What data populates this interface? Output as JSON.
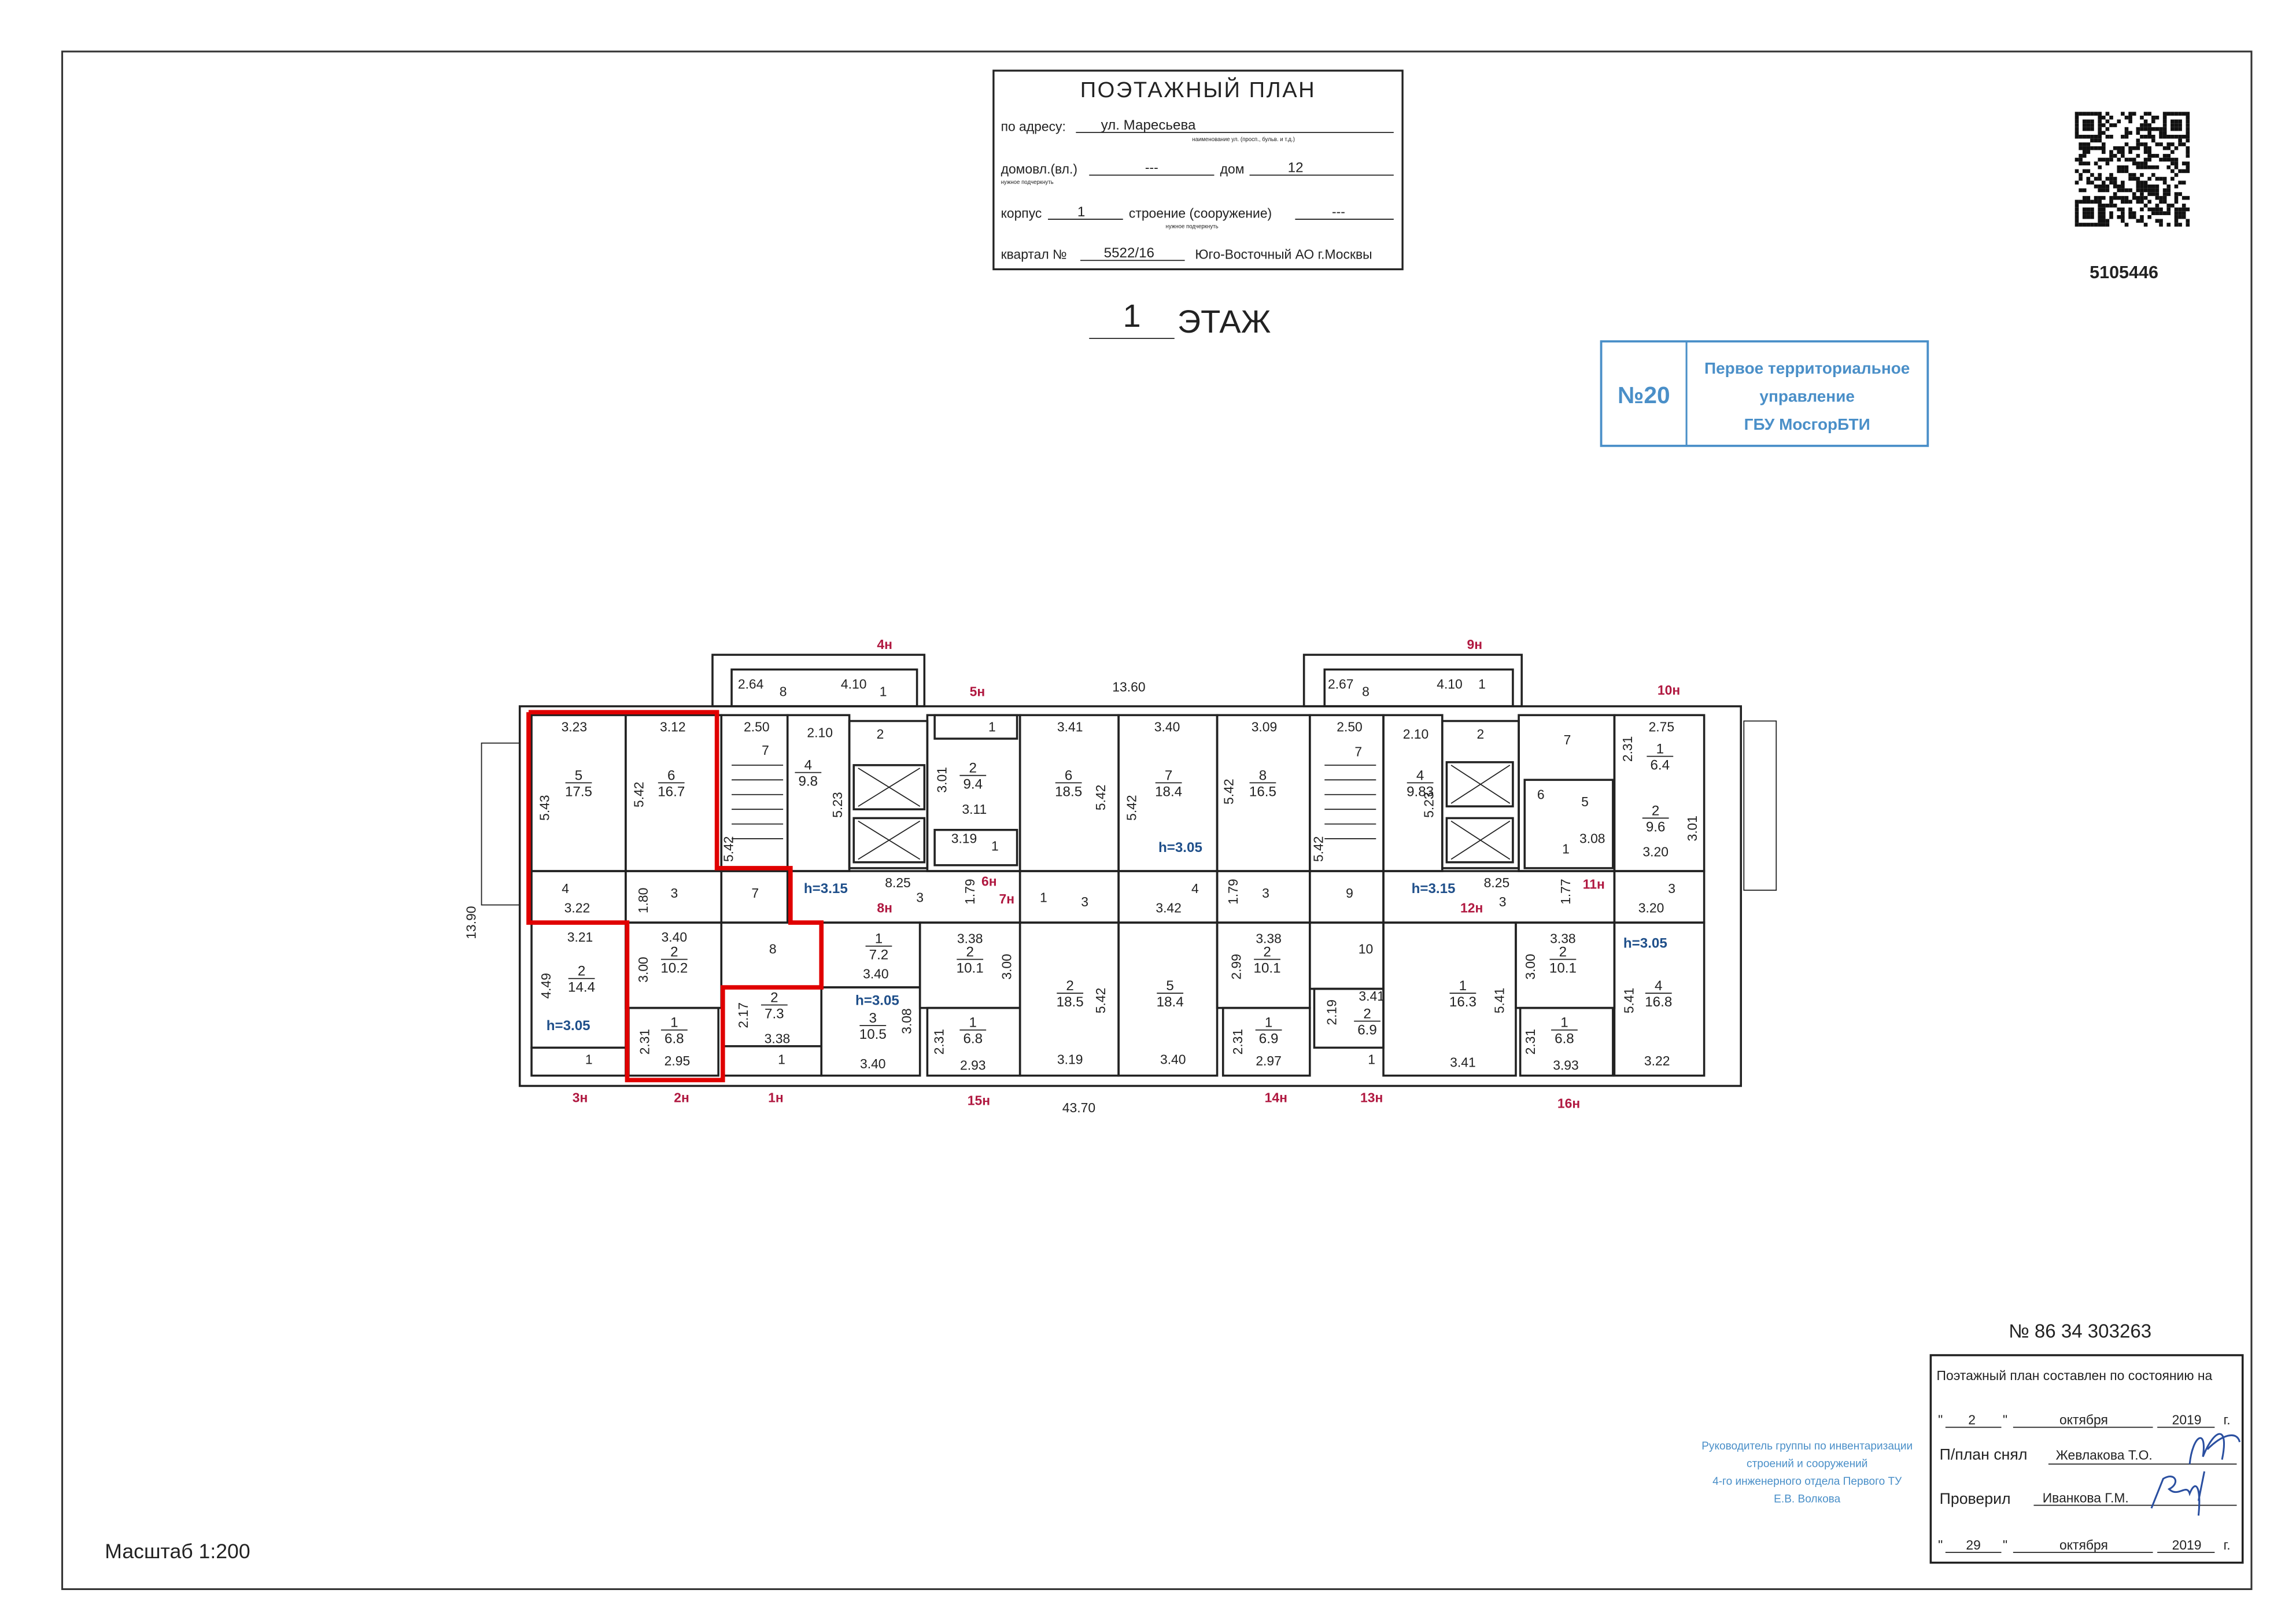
{
  "header": {
    "title": "ПОЭТАЖНЫЙ ПЛАН",
    "address_label": "по адресу:",
    "address_value": "ул. Маресьева",
    "address_hint": "наименование ул. (просп., бульв. и т.д.)",
    "domovl_label": "домовл.(вл.)",
    "domovl_value": "---",
    "dom_label": "дом",
    "dom_value": "12",
    "underline_hint": "нужное подчеркнуть",
    "korpus_label": "корпус",
    "korpus_value": "1",
    "stroenie_label": "строение (сооружение)",
    "stroenie_value": "---",
    "kvartal_label": "квартал №",
    "kvartal_value": "5522/16",
    "district": "Юго-Восточный АО г.Москвы"
  },
  "floor": {
    "number": "1",
    "label": "ЭТАЖ"
  },
  "document_id": "5105446",
  "stamp": {
    "number": "№20",
    "line1": "Первое территориальное",
    "line2": "управление",
    "line3": "ГБУ МосгорБТИ"
  },
  "plan": {
    "dims": {
      "top": "13.60",
      "bottom": "43.70",
      "side": "13.90"
    },
    "fractions": [
      {
        "n": "5",
        "a": "17.5"
      },
      {
        "n": "6",
        "a": "16.7"
      },
      {
        "n": "4",
        "a": "9.8"
      },
      {
        "n": "2",
        "a": "9.4"
      },
      {
        "n": "6",
        "a": "18.5"
      },
      {
        "n": "7",
        "a": "18.4"
      },
      {
        "n": "8",
        "a": "16.5"
      },
      {
        "n": "4",
        "a": "9.83"
      },
      {
        "n": "1",
        "a": "6.4"
      },
      {
        "n": "2",
        "a": "9.6"
      },
      {
        "n": "2",
        "a": "14.4"
      },
      {
        "n": "2",
        "a": "10.2"
      },
      {
        "n": "1",
        "a": "7.2"
      },
      {
        "n": "2",
        "a": "10.1"
      },
      {
        "n": "2",
        "a": "18.5"
      },
      {
        "n": "5",
        "a": "18.4"
      },
      {
        "n": "2",
        "a": "10.1"
      },
      {
        "n": "2",
        "a": "6.9"
      },
      {
        "n": "1",
        "a": "16.3"
      },
      {
        "n": "2",
        "a": "10.1"
      },
      {
        "n": "4",
        "a": "16.8"
      },
      {
        "n": "1",
        "a": "6.8"
      },
      {
        "n": "2",
        "a": "7.3"
      },
      {
        "n": "3",
        "a": "10.5"
      },
      {
        "n": "1",
        "a": "6.8"
      },
      {
        "n": "1",
        "a": "6.9"
      },
      {
        "n": "1",
        "a": "6.8"
      }
    ],
    "labels": [
      "3.23",
      "3.12",
      "2.50",
      "2.10",
      "2",
      "1",
      "3.41",
      "3.40",
      "3.09",
      "2.50",
      "2.10",
      "2",
      "7",
      "2.75",
      "2.64",
      "8",
      "4.10",
      "1",
      "2.67",
      "8",
      "4.10",
      "1",
      "3.11",
      "3.20",
      "3.40",
      "2.95",
      "3.38",
      "3.40",
      "2.93",
      "2.97",
      "3.93",
      "4",
      "3.22",
      "3",
      "7",
      "8",
      "8.25",
      "3",
      "1",
      "3",
      "4",
      "3.42",
      "3",
      "9",
      "8.25",
      "3",
      "3",
      "3.20",
      "3.21",
      "3.40",
      "3.38",
      "3.38",
      "10",
      "3.41",
      "3.38",
      "3.22",
      "3.19",
      "3.40",
      "3.41",
      "3.19",
      "1",
      "7",
      "7",
      "6",
      "5",
      "1",
      "3.08",
      "1",
      "1",
      "1"
    ],
    "vlabels": [
      "1.80",
      "1.79",
      "1.79",
      "1.77",
      "4.49",
      "3.00",
      "3.00",
      "2.17",
      "3.08",
      "2.31",
      "2.31",
      "2.99",
      "2.19",
      "2.31",
      "5.41",
      "3.00",
      "2.31",
      "5.41",
      "5.42",
      "5.42",
      "5.42",
      "5.42",
      "5.43",
      "5.42",
      "5.42",
      "5.23",
      "3.01",
      "5.23",
      "5.42",
      "2.31",
      "3.01"
    ],
    "heights": [
      "h=3.15",
      "h=3.15",
      "h=3.05",
      "h=3.05",
      "h=3.05",
      "h=3.05"
    ],
    "markers": [
      "4н",
      "5н",
      "9н",
      "10н",
      "3н",
      "2н",
      "1н",
      "15н",
      "14н",
      "13н",
      "16н",
      "6н",
      "7н",
      "8н",
      "12н",
      "11н"
    ]
  },
  "number_block": "№ 86 34 303263",
  "signoff": {
    "heading": "Поэтажный план составлен по состоянию на",
    "date1_day": "2",
    "date1_month": "октября",
    "date1_year": "2019",
    "year_suffix": "г.",
    "taken_label": "П/план снял",
    "taken_name": "Жевлакова Т.О.",
    "checked_label": "Проверил",
    "checked_name": "Иванкова Г.М.",
    "date2_day": "29",
    "date2_month": "октября",
    "date2_year": "2019"
  },
  "supervisor": {
    "line1": "Руководитель группы по инвентаризации",
    "line2": "строений и сооружений",
    "line3": "4-го инженерного отдела Первого ТУ",
    "line4": "Е.В. Волкова"
  },
  "scale": "Масштаб 1:200",
  "colors": {
    "highlight": "#e00000",
    "marker": "#b01840",
    "height_text": "#1f4f8a",
    "stamp": "#4a8fc8"
  }
}
